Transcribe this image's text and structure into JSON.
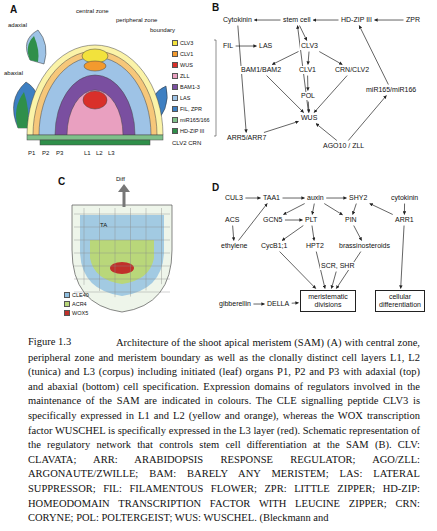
{
  "diagram": {
    "caption": "Architecture of the shoot apical meristem (SAM) (A) with central zone, peripheral zone and meristem boundary as well as the clonally distinct cell layers L1, L2 (tunica) and L3 (corpus) including initiated (leaf) organs P1, P2 and P3 with adaxial (top) and abaxial (bottom) cell specification. Expression domains of regulators involved in the maintenance of the SAM are indicated in colours. The CLE signalling peptide CLV3 is specifically expressed in L1 and L2 (yellow and orange), whereas the WOX transcription factor WUSCHEL is specifically expressed in the L3 layer (red). Schematic representation of the regulatory network that controls stem cell differentiation at the SAM (B). CLV: CLAVATA; ARR: ARABIDOPSIS RESPONSE REGULATOR; AGO/ZLL: ARGONAUTE/ZWILLE; BAM: BARELY ANY MERISTEM; LAS: LATERAL SUPPRESSOR; FIL: FILAMENTOUS FLOWER; ZPR: LITTLE ZIPPER; HD-ZIP: HOMEODOMAIN TRANSCRIPTION FACTOR WITH LEUCINE ZIPPER; CRN: CORYNE; POL: POLTERGEIST; WUS: WUSCHEL. (Bleckmann and",
    "nodes": [
      {
        "text": [
          "Cytokinin"
        ]
      },
      {
        "text": [
          "stem cell"
        ]
      },
      {
        "text": [
          "HD-ZIP III"
        ]
      },
      {
        "text": [
          "ZPR"
        ]
      },
      {
        "text": [
          "FIL"
        ]
      },
      {
        "text": [
          "LAS"
        ]
      },
      {
        "text": [
          "CLV3"
        ]
      },
      {
        "text": [
          "BAM1/BAM2"
        ]
      },
      {
        "text": [
          "CLV1"
        ]
      },
      {
        "text": [
          "CRN/CLV2"
        ]
      },
      {
        "text": [
          "miR165/miR166"
        ]
      },
      {
        "text": [
          "POL"
        ]
      },
      {
        "text": [
          "WUS"
        ]
      },
      {
        "text": [
          "ARR5/ARR7"
        ]
      },
      {
        "text": [
          "AGO10 / ZLL"
        ]
      },
      {
        "text": [
          "CUL3"
        ]
      },
      {
        "text": [
          "TAA1"
        ]
      },
      {
        "text": [
          "auxin"
        ]
      },
      {
        "text": [
          "SHY2"
        ]
      },
      {
        "text": [
          "cytokinin"
        ]
      },
      {
        "text": [
          "ARR1"
        ]
      },
      {
        "text": [
          "ACS"
        ]
      },
      {
        "text": [
          "GCN5"
        ]
      },
      {
        "text": [
          "PLT"
        ]
      },
      {
        "text": [
          "PIN"
        ]
      },
      {
        "text": [
          "ethylene"
        ]
      },
      {
        "text": [
          "CycB1;1"
        ]
      },
      {
        "text": [
          "HPT2"
        ]
      },
      {
        "text": [
          "brassinosteroids"
        ]
      },
      {
        "text": [
          "SCR, SHR"
        ]
      },
      {
        "text": [
          "gibberellin"
        ]
      },
      {
        "text": [
          "DELLA"
        ]
      },
      {
        "text": [
          "meristematic divisions"
        ]
      },
      {
        "text": [
          "cellular differentiation"
        ]
      }
    ],
    "edges": [
      {
        "from": 1,
        "to": 0,
        "arrow": "to"
      },
      {
        "from": 2,
        "to": 1,
        "arrow": "to"
      },
      {
        "from": 3,
        "to": 2,
        "arrow": "to"
      },
      {
        "from": 4,
        "to": 5,
        "arrow": "to"
      },
      {
        "from": 1,
        "to": 6,
        "arrow": "to"
      },
      {
        "from": 6,
        "to": 7,
        "arrow": "to"
      },
      {
        "from": 6,
        "to": 8,
        "arrow": "to"
      },
      {
        "from": 6,
        "to": 9,
        "arrow": "to"
      },
      {
        "from": 7,
        "to": 12,
        "arrow": "to"
      },
      {
        "from": 8,
        "to": 11,
        "arrow": "to"
      },
      {
        "from": 9,
        "to": 12,
        "arrow": "to"
      },
      {
        "from": 11,
        "to": 12,
        "arrow": "to"
      },
      {
        "from": 12,
        "to": 1,
        "arrow": "to"
      },
      {
        "from": 0,
        "to": 13,
        "arrow": "to"
      },
      {
        "from": 13,
        "to": 12,
        "arrow": "to"
      },
      {
        "from": 14,
        "to": 12,
        "arrow": "to"
      },
      {
        "from": 10,
        "to": 2,
        "arrow": "to"
      },
      {
        "from": 14,
        "to": 10,
        "arrow": "to"
      },
      {
        "from": 15,
        "to": 16,
        "arrow": "to"
      },
      {
        "from": 16,
        "to": 17,
        "arrow": "to"
      },
      {
        "from": 21,
        "to": 25,
        "arrow": "to"
      },
      {
        "from": 25,
        "to": 16,
        "arrow": "to"
      },
      {
        "from": 17,
        "to": 22,
        "arrow": "to"
      },
      {
        "from": 17,
        "to": 23,
        "arrow": "to"
      },
      {
        "from": 17,
        "to": 24,
        "arrow": "to"
      },
      {
        "from": 17,
        "to": 18,
        "arrow": "to"
      },
      {
        "from": 19,
        "to": 20,
        "arrow": "to"
      },
      {
        "from": 20,
        "to": 18,
        "arrow": "to"
      },
      {
        "from": 20,
        "to": 33,
        "arrow": "to"
      },
      {
        "from": 22,
        "to": 23,
        "arrow": "to"
      },
      {
        "from": 23,
        "to": 26,
        "arrow": "to"
      },
      {
        "from": 23,
        "to": 27,
        "arrow": "to"
      },
      {
        "from": 24,
        "to": 28,
        "arrow": "to"
      },
      {
        "from": 28,
        "to": 32,
        "arrow": "to"
      },
      {
        "from": 26,
        "to": 32,
        "arrow": "to"
      },
      {
        "from": 27,
        "to": 32,
        "arrow": "to"
      },
      {
        "from": 29,
        "to": 32,
        "arrow": "to"
      },
      {
        "from": 30,
        "to": 31,
        "arrow": "to"
      },
      {
        "from": 31,
        "to": 32,
        "arrow": "to"
      },
      {
        "from": 18,
        "to": 24,
        "arrow": "to"
      }
    ],
    "labels": [
      "A",
      "central zone",
      "peripheral zone",
      "boundary",
      "adaxial",
      "abaxial",
      "P1",
      "P2",
      "P3",
      "L1",
      "L2",
      "L3",
      "CLV2 CRN",
      "B",
      "C",
      "Diff",
      "TA",
      "D",
      "Figure 1.3"
    ],
    "legend": [
      {
        "text": "CLV3",
        "color": "#f2e23c"
      },
      {
        "text": "CLV1",
        "color": "#f29a2e"
      },
      {
        "text": "WUS",
        "color": "#d9302a"
      },
      {
        "text": "ZLL",
        "color": "#e9a0c0"
      },
      {
        "text": "BAM1-3",
        "color": "#7a4fa0"
      },
      {
        "text": "LAS",
        "color": "#9ec3e6"
      },
      {
        "text": "FIL, ZPR",
        "color": "#3d7fc2"
      },
      {
        "text": "miR165/166",
        "color": "#7fc08a"
      },
      {
        "text": "HD-ZIP III",
        "color": "#2f8f4a"
      },
      {
        "text": "CLE40",
        "color": "#8fbfe0"
      },
      {
        "text": "ACR4",
        "color": "#b9d77a"
      },
      {
        "text": "WOX5",
        "color": "#c0302a"
      }
    ]
  }
}
